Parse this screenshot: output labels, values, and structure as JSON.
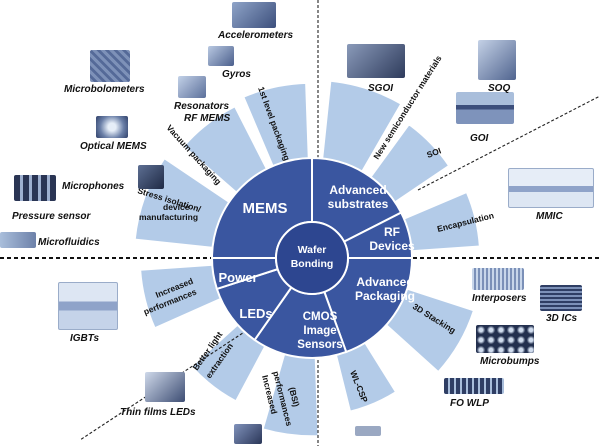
{
  "center": {
    "line1": "Wafer",
    "line2": "Bonding"
  },
  "segments": {
    "mems": "MEMS",
    "advanced_substrates": [
      "Advanced",
      "substrates"
    ],
    "rf_devices": [
      "RF",
      "Devices"
    ],
    "advanced_packaging": [
      "Advanced",
      "Packaging"
    ],
    "cmos_image_sensors": [
      "CMOS",
      "Image",
      "Sensors"
    ],
    "power": "Power",
    "leds": "LEDs"
  },
  "ray_labels": {
    "first_level_packaging": "1st level packaging",
    "vacuum_packaging": "Vacuum packaging",
    "stress_isolation": [
      "Stress isolation/",
      "device",
      "manufacturing"
    ],
    "new_semiconductor_materials": "New semiconductor materials",
    "soi": "SOI",
    "encapsulation": "Encapsulation",
    "stacking_3d": "3D Stacking",
    "wl_csp": "WL-CSP",
    "increased_performances_bsi": [
      "Increased",
      "performances",
      "(BSI)"
    ],
    "better_light_extraction": [
      "Better light",
      "extraction"
    ],
    "increased_performances": [
      "Increased",
      "performances"
    ]
  },
  "examples": {
    "accelerometers": "Accelerometers",
    "gyros": "Gyros",
    "microbolometers": "Microbolometers",
    "resonators": [
      "Resonators",
      "RF MEMS"
    ],
    "optical_mems": "Optical MEMS",
    "microphones": "Microphones",
    "pressure_sensor": "Pressure sensor",
    "microfluidics": "Microfluidics",
    "sgoi": "SGOI",
    "soq": "SOQ",
    "goi": "GOI",
    "mmic": "MMIC",
    "interposers": "Interposers",
    "ics_3d": "3D ICs",
    "microbumps": "Microbumps",
    "fo_wlp": "FO WLP",
    "igbts": "IGBTs",
    "thin_films_leds": "Thin films LEDs"
  },
  "colors": {
    "segment": "#3a56a0",
    "hub": "#2d4690",
    "ray": "#b3cbe8",
    "thumb_dark": "#3c4f7c",
    "thumb_light": "#a9bedb"
  }
}
